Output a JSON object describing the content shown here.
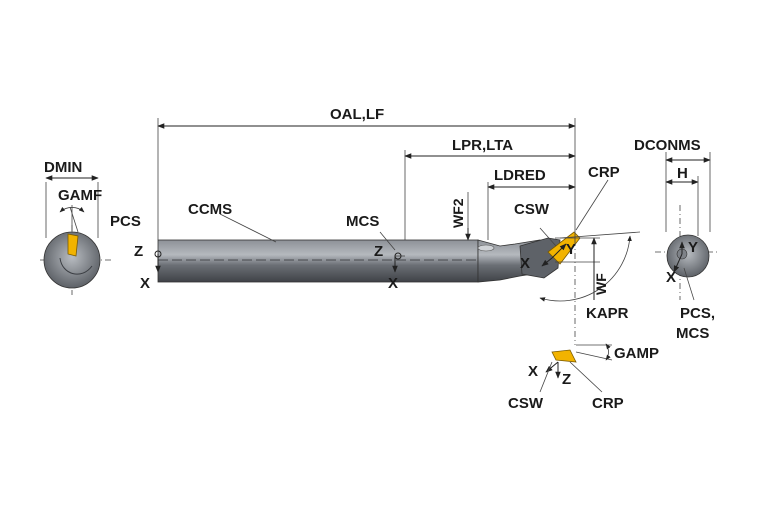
{
  "labels": {
    "oal_lf": "OAL,LF",
    "lpr_lta": "LPR,LTA",
    "ldred": "LDRED",
    "crp": "CRP",
    "csw": "CSW",
    "wf2": "WF2",
    "wf": "WF",
    "kapr": "KAPR",
    "dconms": "DCONMS",
    "h": "H",
    "dmin": "DMIN",
    "gamf": "GAMF",
    "pcs": "PCS",
    "ccms": "CCMS",
    "mcs": "MCS",
    "pcs_mcs_1": "PCS,",
    "pcs_mcs_2": "MCS",
    "gamp": "GAMP",
    "csw_bottom": "CSW",
    "crp_bottom": "CRP",
    "axis_x": "X",
    "axis_y": "Y",
    "axis_z": "Z"
  },
  "colors": {
    "shank_dark": "#54585f",
    "shank_light": "#a2a6ac",
    "insert": "#f2b300",
    "line": "#222222"
  }
}
